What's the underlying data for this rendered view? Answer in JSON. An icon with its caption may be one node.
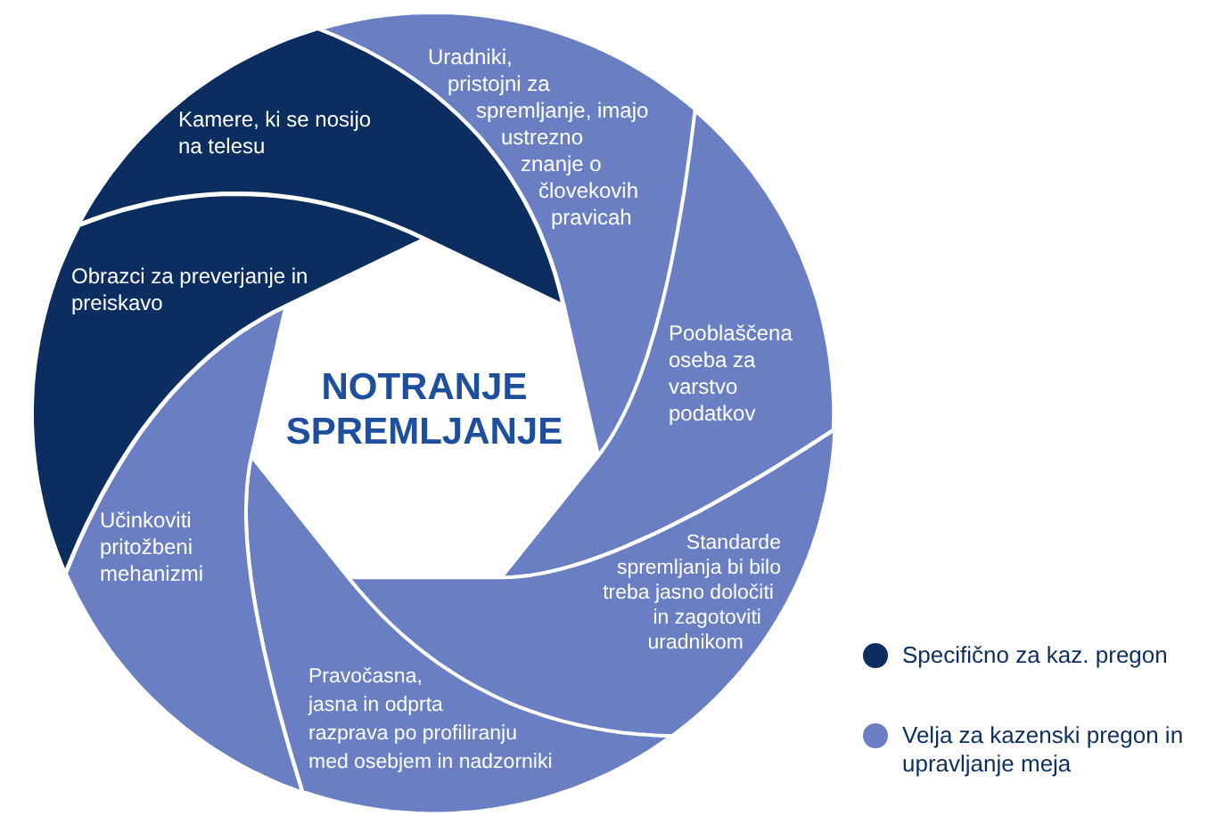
{
  "diagram": {
    "nodes": [
      {
        "text": [
          "NOTRANJE SPREMLJANJE"
        ]
      },
      {
        "text": [
          "Kamere, ki se nosijo na telesu"
        ]
      },
      {
        "text": [
          "Uradniki, pristojni za spremljanje, imajo ustrezno znanje o človekovih pravicah"
        ]
      },
      {
        "text": [
          "Pooblaščena oseba za varstvo podatkov"
        ]
      },
      {
        "text": [
          "Standarde spremljanja bi bilo treba jasno določiti in zagotoviti uradnikom"
        ]
      },
      {
        "text": [
          "Pravočasna, jasna in odprta razprava po profiliranju med osebjem in nadzorniki"
        ]
      },
      {
        "text": [
          "Učinkoviti pritožbeni mehanizmi"
        ]
      },
      {
        "text": [
          "Obrazci za preverjanje in preiskavo"
        ]
      }
    ],
    "legend": [
      {
        "text": "Specifično za kaz. pregon",
        "color": "#0b2d5f"
      },
      {
        "text": "Velja za kazenski pregon in upravljanje meja",
        "color": "#6a7fc3"
      }
    ]
  }
}
